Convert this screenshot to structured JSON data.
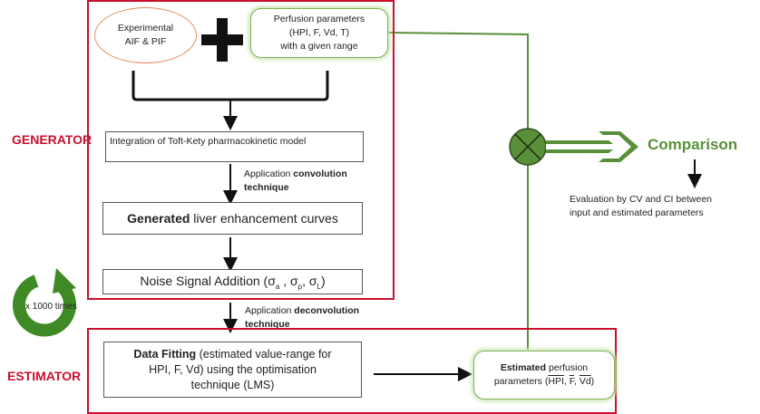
{
  "labels": {
    "generator": "GENERATOR",
    "estimator": "ESTIMATOR",
    "loop": "x 1000 times"
  },
  "generator": {
    "input_aif": [
      "Experimental",
      "AIF & PIF"
    ],
    "plus_symbol": "+",
    "perfusion_params": [
      "Perfusion parameters",
      "(HPI, F, Vd, T)",
      "with a given range"
    ],
    "integration": "Integration of Toft-Kety pharmacokinetic model",
    "convolution_label": {
      "prefix": "Application ",
      "bold": "convolution",
      "suffix": "technique"
    },
    "generated_curves": {
      "bold": "Generated",
      "rest": " liver enhancement curves"
    },
    "noise": {
      "text": "Noise Signal Addition (",
      "s1": "σ",
      "s1_sub": "a",
      "sep1": " , ",
      "s2": "σ",
      "s2_sub": "p",
      "sep2": ", ",
      "s3": "σ",
      "s3_sub": "L",
      "end": ")"
    }
  },
  "deconvolution_label": {
    "prefix": "Application ",
    "bold": "deconvolution",
    "suffix": "technique"
  },
  "estimator": {
    "data_fitting": {
      "bold": "Data Fitting",
      "rest1": " (estimated value-range for",
      "line2": "HPI, F, Vd) using the optimisation",
      "line3": "technique (LMS)"
    },
    "estimated_params": {
      "bold": "Estimated",
      "rest1": " perfusion",
      "line2_prefix": "parameters (",
      "p1": "HPI",
      "sep1": ", ",
      "p2": "F",
      "sep2": ", ",
      "p3": "Vd",
      "end": ")"
    }
  },
  "comparison": {
    "title": "Comparison",
    "evaluation": [
      "Evaluation by CV and CI between",
      "input and estimated parameters"
    ]
  },
  "colors": {
    "red": "#c8102e",
    "green": "#5a8f3a",
    "green_light": "#7fb25a",
    "orange": "#e58a5a"
  }
}
